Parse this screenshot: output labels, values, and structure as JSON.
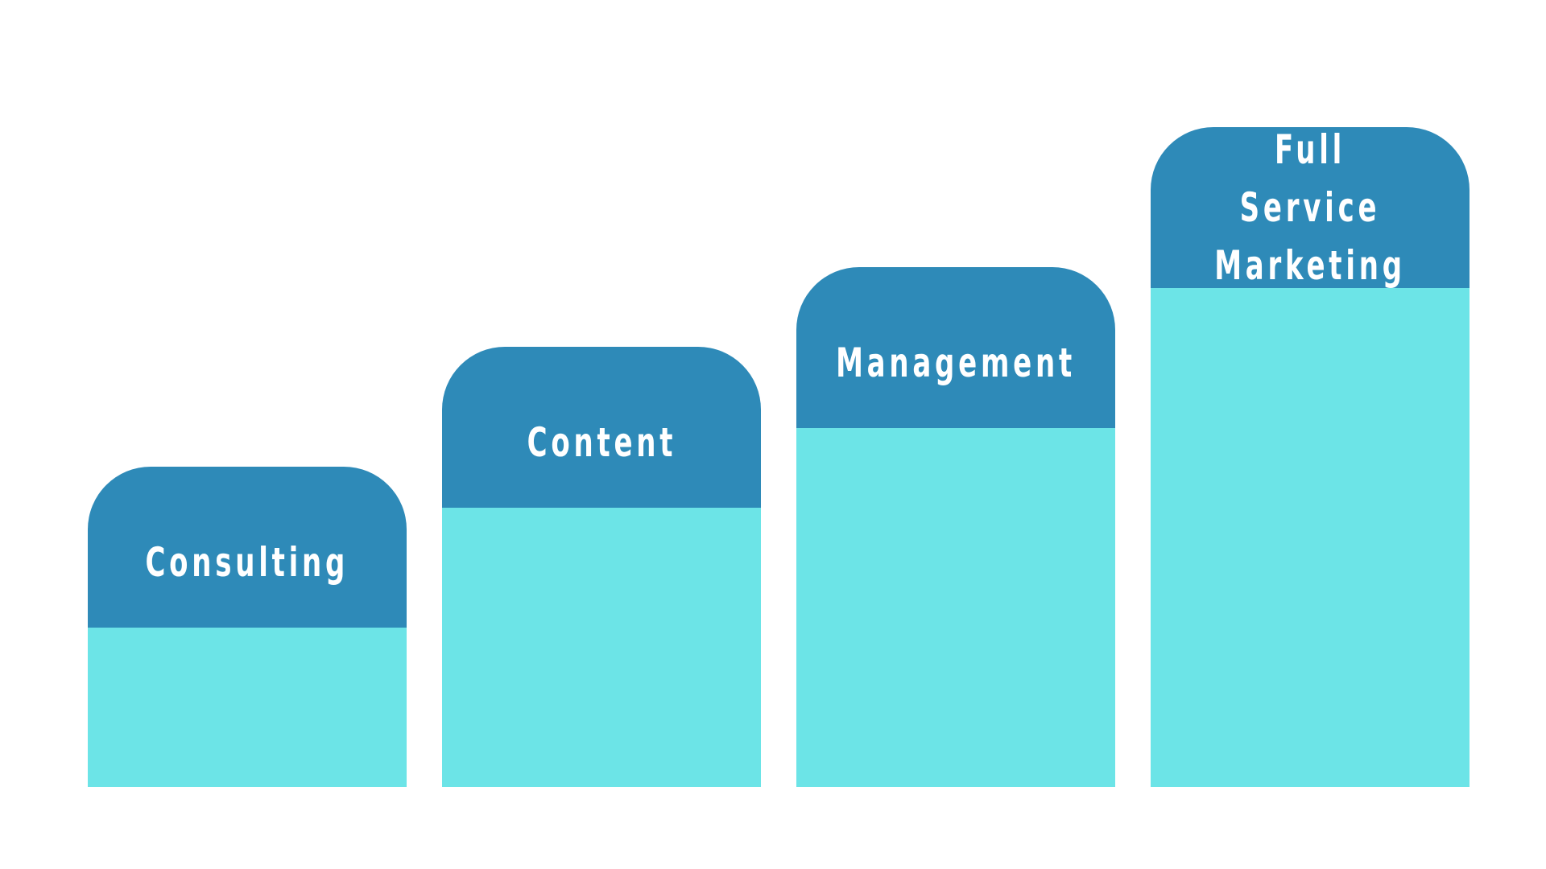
{
  "colors": {
    "cap": "#2e8ab8",
    "body": "#6ce4e7",
    "label": "#ffffff",
    "background": "#ffffff"
  },
  "steps": [
    {
      "label": "Consulting"
    },
    {
      "label": "Content"
    },
    {
      "label": "Management"
    },
    {
      "label": "Full Service\nMarketing"
    }
  ]
}
